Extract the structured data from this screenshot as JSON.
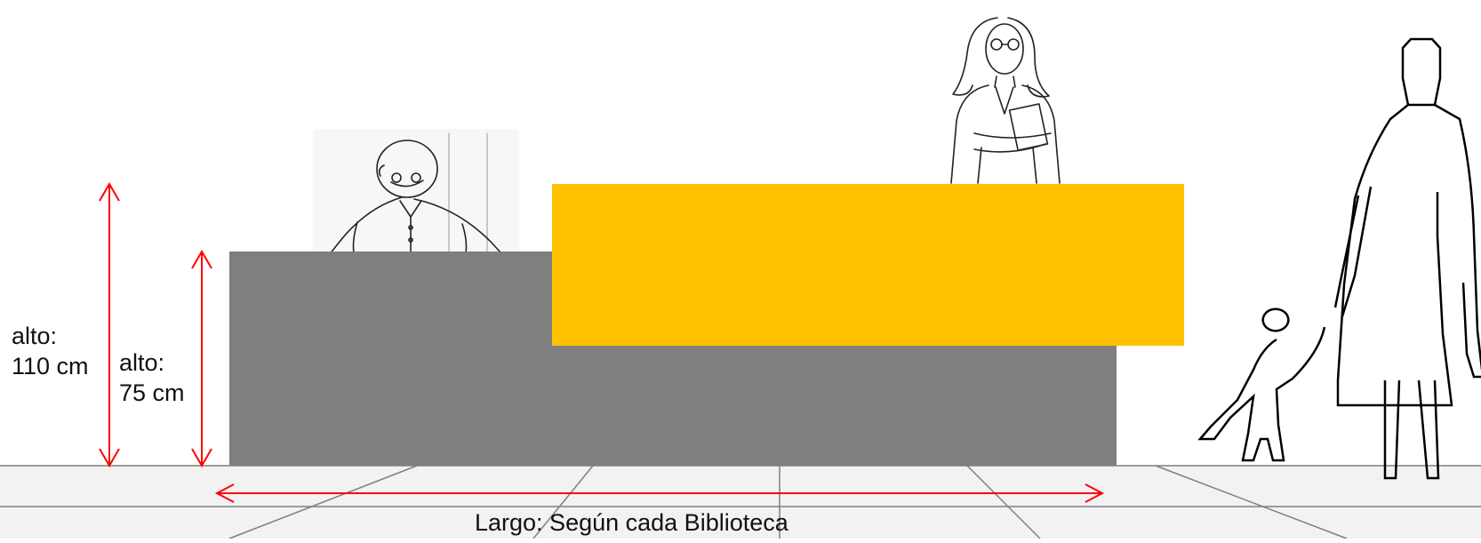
{
  "labels": {
    "height_110_line1": "alto:",
    "height_110_line2": "110 cm",
    "height_75_line1": "alto:",
    "height_75_line2": "75 cm",
    "length": "Largo: Según cada Biblioteca"
  },
  "colors": {
    "low_counter": "#7f7f7f",
    "high_counter": "#ffc000",
    "dimension_arrows": "#ff0000",
    "floor": "#f2f2f2",
    "floor_lines": "#7f7f7f",
    "sketch_lines": "#222222"
  },
  "icons": {
    "seated_person": "seated-man-reading-sketch",
    "standing_person": "standing-woman-with-book-sketch",
    "adult_child": "adult-and-child-outline-icon"
  }
}
